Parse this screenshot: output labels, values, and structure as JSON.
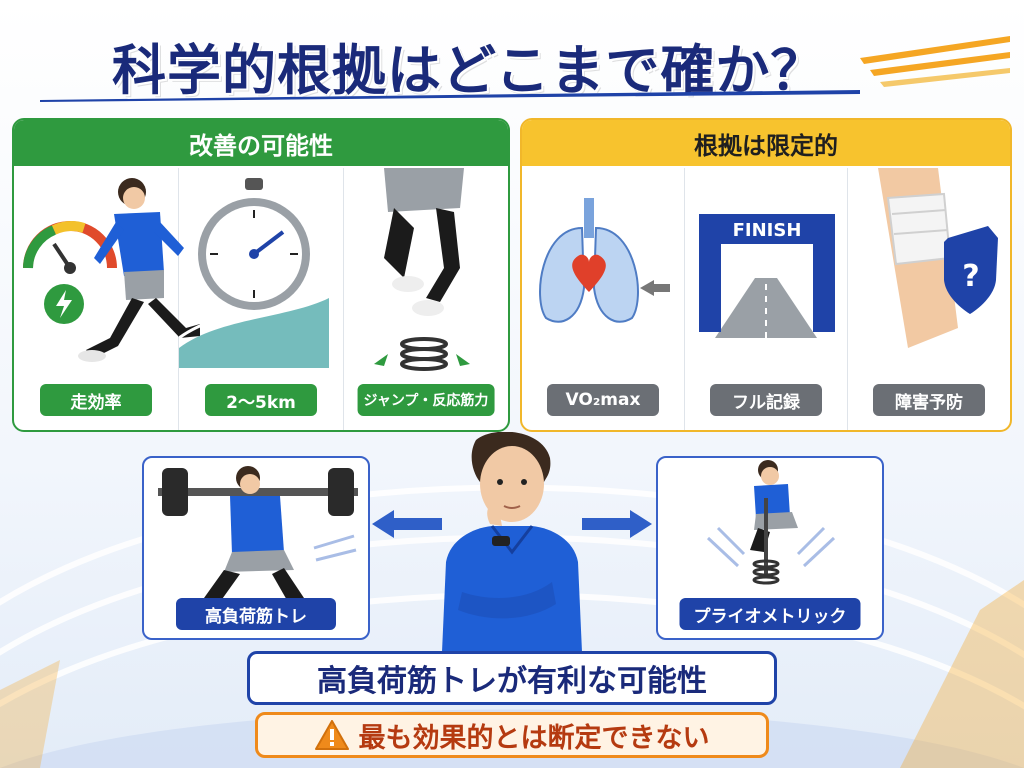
{
  "title": "科学的根拠はどこまで確か？",
  "panels": {
    "improve": {
      "heading": "改善の可能性",
      "items": [
        {
          "label": "走効率",
          "icon": "runner-gauge-icon"
        },
        {
          "label": "2～5km",
          "icon": "stopwatch-icon"
        },
        {
          "label": "ジャンプ・反応筋力",
          "icon": "jump-spring-icon"
        }
      ]
    },
    "limited": {
      "heading": "根拠は限定的",
      "items": [
        {
          "label": "VO₂max",
          "icon": "lungs-heart-icon"
        },
        {
          "label": "フル記録",
          "icon": "finish-gate-icon"
        },
        {
          "label": "障害予防",
          "icon": "knee-shield-icon"
        }
      ],
      "finish_sign": "FINISH"
    }
  },
  "training": {
    "left": {
      "label": "高負荷筋トレ",
      "icon": "barbell-squat-icon"
    },
    "right": {
      "label": "プライオメトリック",
      "icon": "pogo-jump-icon"
    }
  },
  "conclusion": "高負荷筋トレが有利な可能性",
  "warning": {
    "text": "最も効果的とは断定できない",
    "icon": "warning-triangle-icon"
  },
  "colors": {
    "title": "#1a2a7a",
    "green": "#2f9a3f",
    "yellow": "#f7c32e",
    "navy": "#1f43a8",
    "orange": "#ef8a1b",
    "jacket": "#1f5fd6"
  }
}
